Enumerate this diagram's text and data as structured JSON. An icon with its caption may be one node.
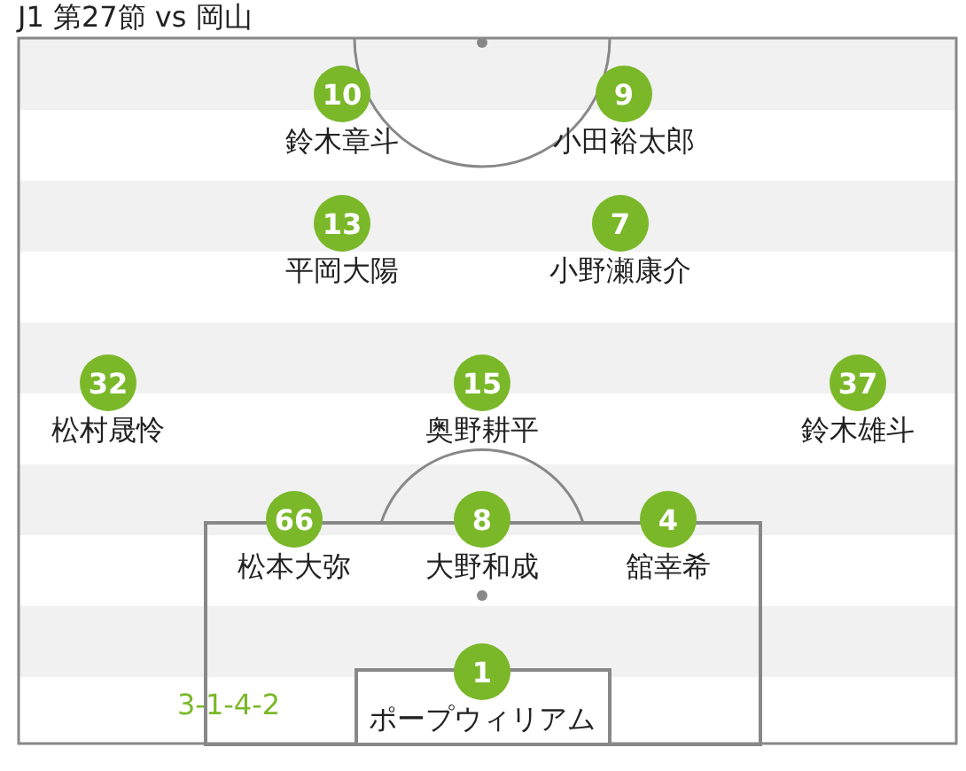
{
  "diagram": {
    "title": "J1 第27節 vs 岡山",
    "nodes": [
      {
        "text": [
          "10",
          "鈴木章斗"
        ]
      },
      {
        "text": [
          "9",
          "小田裕太郎"
        ]
      },
      {
        "text": [
          "13",
          "平岡大陽"
        ]
      },
      {
        "text": [
          "7",
          "小野瀬康介"
        ]
      },
      {
        "text": [
          "32",
          "松村晟怜"
        ]
      },
      {
        "text": [
          "15",
          "奥野耕平"
        ]
      },
      {
        "text": [
          "37",
          "鈴木雄斗"
        ]
      },
      {
        "text": [
          "66",
          "松本大弥"
        ]
      },
      {
        "text": [
          "8",
          "大野和成"
        ]
      },
      {
        "text": [
          "4",
          "舘幸希"
        ]
      },
      {
        "text": [
          "1",
          "ポープウィリアム"
        ]
      }
    ],
    "labels": [
      "3-1-4-2"
    ]
  }
}
